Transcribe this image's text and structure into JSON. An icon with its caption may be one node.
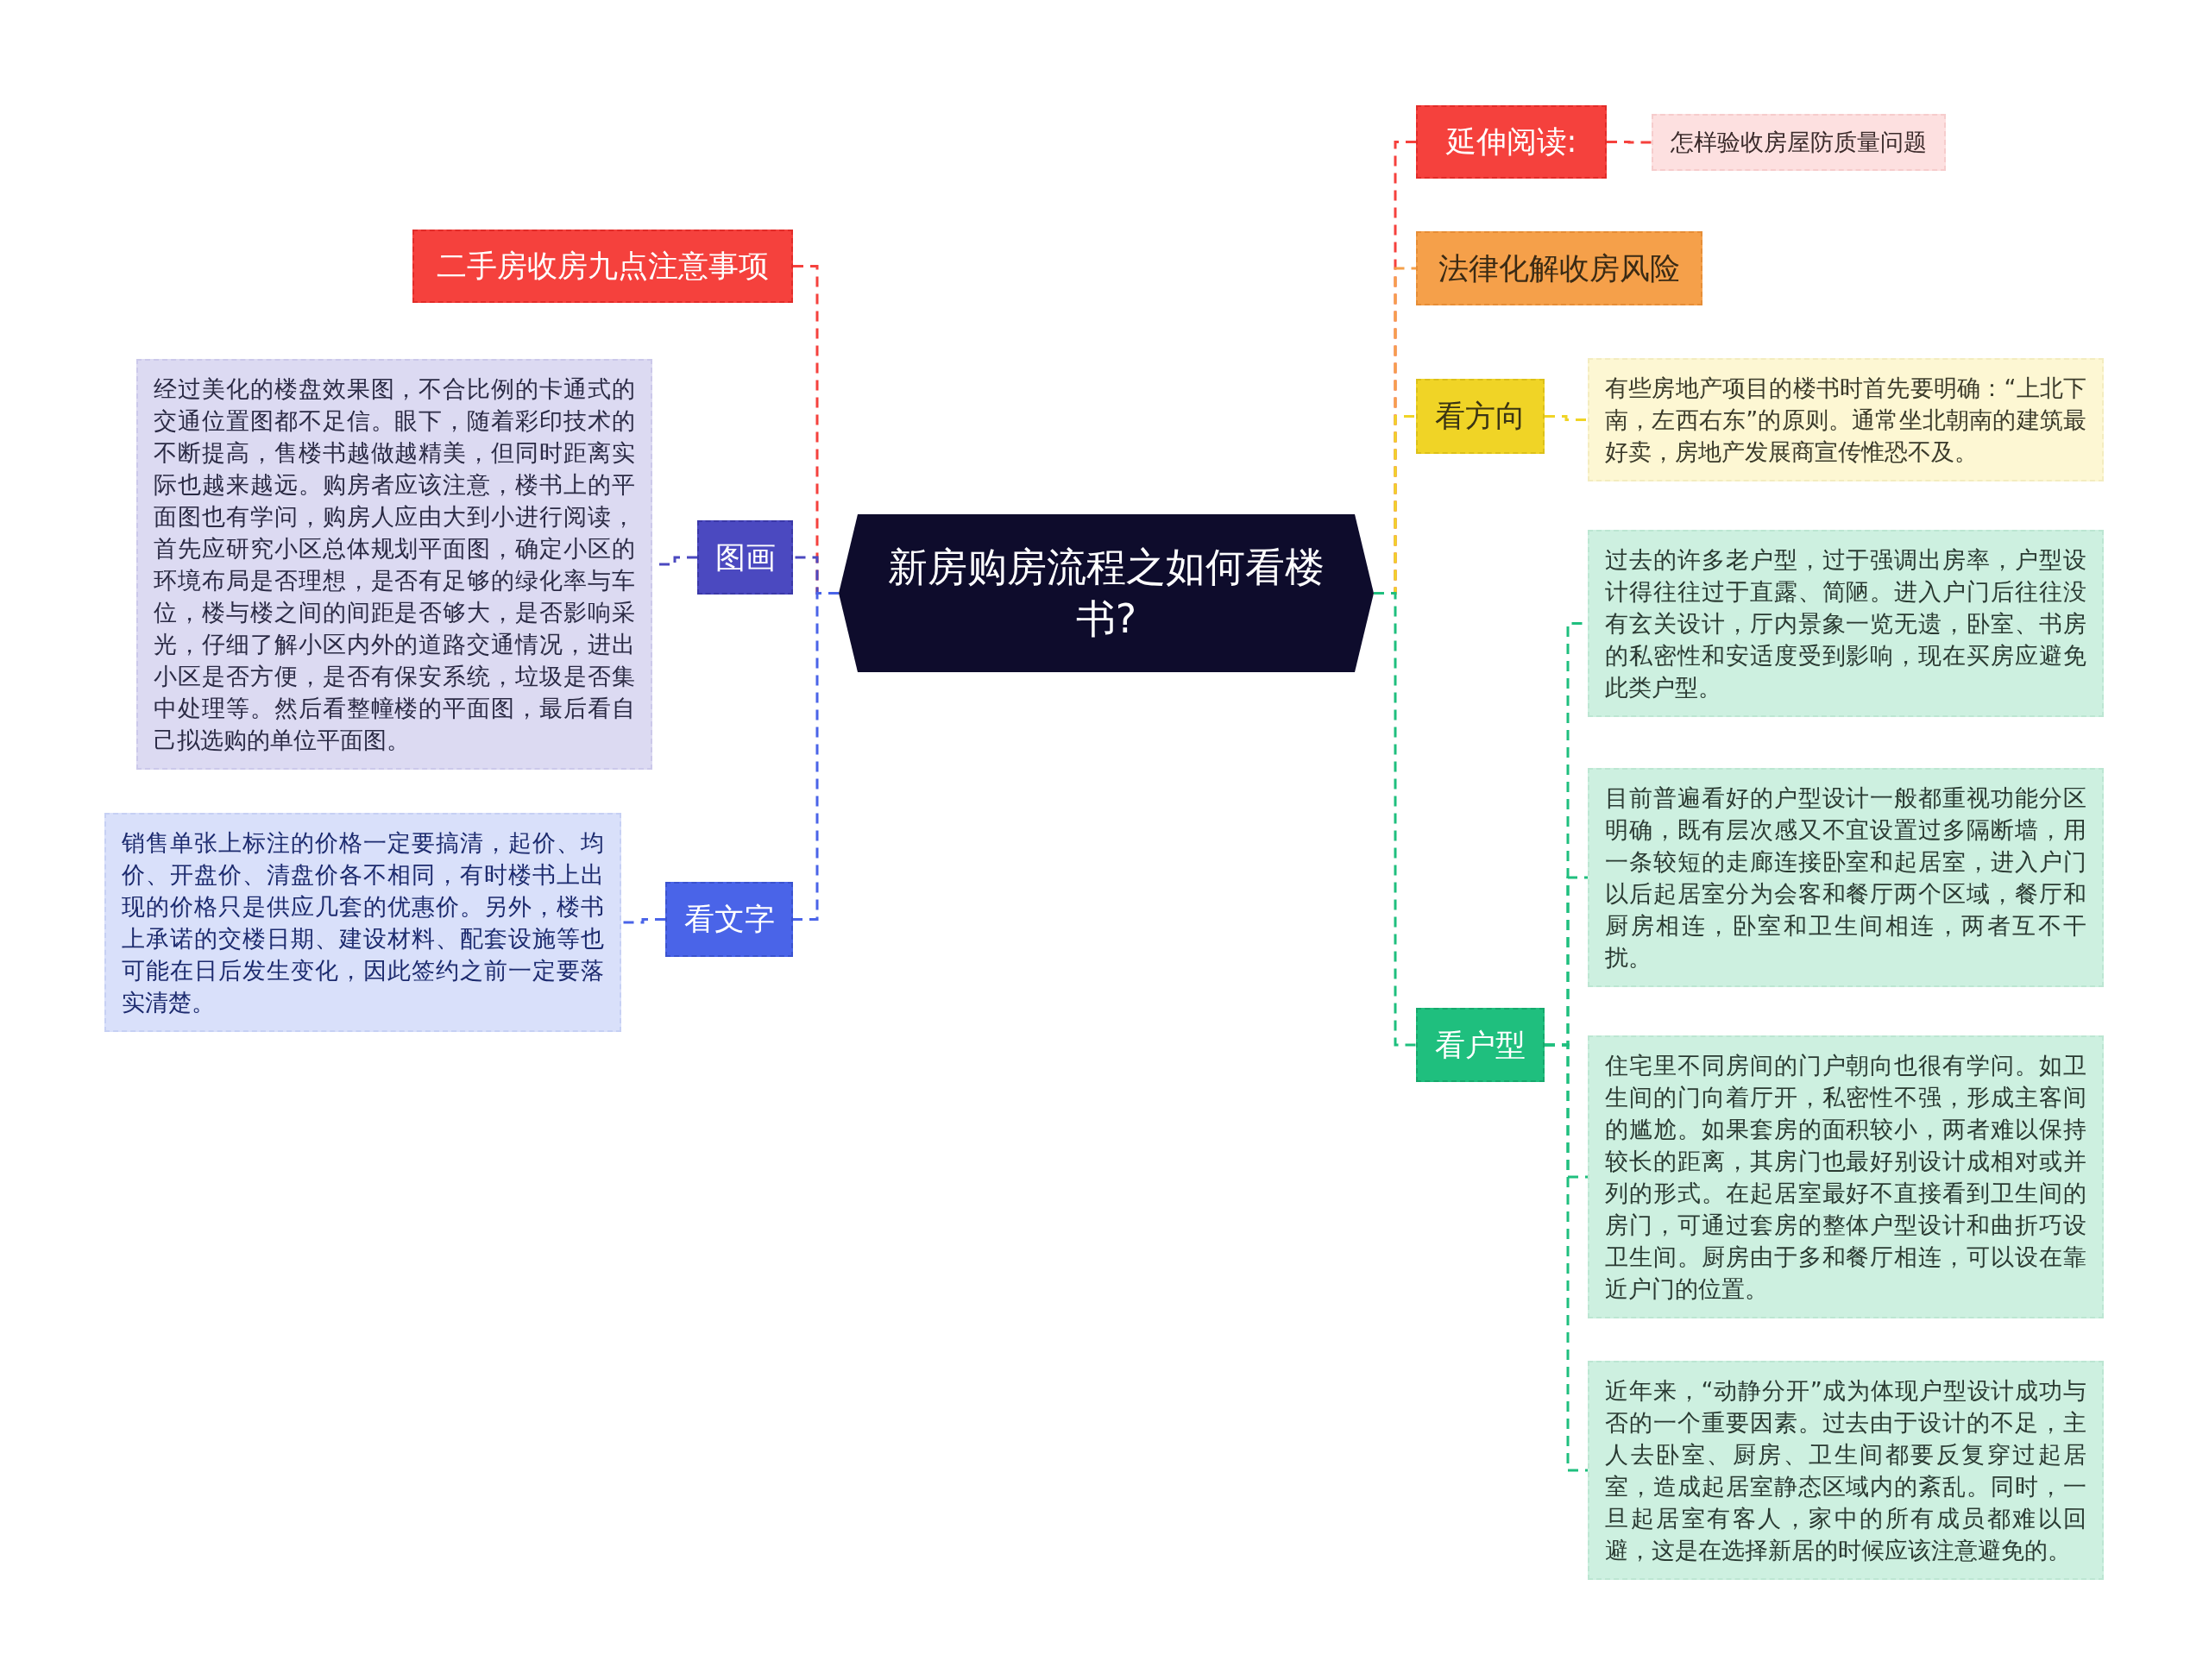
{
  "diagram": {
    "nodes": [
      {
        "text": [
          "新房购房流程之如何看楼书?"
        ]
      },
      {
        "text": [
          "二手房收房九点注意事项"
        ]
      },
      {
        "text": [
          "图画"
        ]
      },
      {
        "text": [
          "经过美化的楼盘效果图，不合比例的卡通式的交通位置图都不足信。眼下，随着彩印技术的不断提高，售楼书越做越精美，但同时距离实际也越来越远。购房者应该注意，楼书上的平面图也有学问，购房人应由大到小进行阅读，首先应研究小区总体规划平面图，确定小区的环境布局是否理想，是否有足够的绿化率与车位，楼与楼之间的间距是否够大，是否影响采光，仔细了解小区内外的道路交通情况，进出小区是否方便，是否有保安系统，垃圾是否集中处理等。然后看整幢楼的平面图，最后看自己拟选购的单位平面图。"
        ]
      },
      {
        "text": [
          "看文字"
        ]
      },
      {
        "text": [
          "销售单张上标注的价格一定要搞清，起价、均价、开盘价、清盘价各不相同，有时楼书上出现的价格只是供应几套的优惠价。另外，楼书上承诺的交楼日期、建设材料、配套设施等也可能在日后发生变化，因此签约之前一定要落实清楚。"
        ]
      },
      {
        "text": [
          "延伸阅读:"
        ]
      },
      {
        "text": [
          "怎样验收房屋防质量问题"
        ]
      },
      {
        "text": [
          "法律化解收房风险"
        ]
      },
      {
        "text": [
          "看方向"
        ]
      },
      {
        "text": [
          "有些房地产项目的楼书时首先要明确：“上北下南，左西右东”的原则。通常坐北朝南的建筑最好卖，房地产发展商宣传惟恐不及。"
        ]
      },
      {
        "text": [
          "看户型"
        ]
      },
      {
        "text": [
          "过去的许多老户型，过于强调出房率，户型设计得往往过于直露、简陋。进入户门后往往没有玄关设计，厅内景象一览无遗，卧室、书房的私密性和安适度受到影响，现在买房应避免此类户型。"
        ]
      },
      {
        "text": [
          "目前普遍看好的户型设计一般都重视功能分区明确，既有层次感又不宜设置过多隔断墙，用一条较短的走廊连接卧室和起居室，进入户门以后起居室分为会客和餐厅两个区域，餐厅和厨房相连，卧室和卫生间相连，两者互不干扰。"
        ]
      },
      {
        "text": [
          "住宅里不同房间的门户朝向也很有学问。如卫生间的门向着厅开，私密性不强，形成主客间的尴尬。如果套房的面积较小，两者难以保持较长的距离，其房门也最好别设计成相对或并列的形式。在起居室最好不直接看到卫生间的房门，可通过套房的整体户型设计和曲折巧设卫生间。厨房由于多和餐厅相连，可以设在靠近户门的位置。"
        ]
      },
      {
        "text": [
          "近年来，“动静分开”成为体现户型设计成功与否的一个重要因素。过去由于设计的不足，主人去卧室、厨房、卫生间都要反复穿过起居室，造成起居室静态区域内的紊乱。同时，一旦起居室有客人，家中的所有成员都难以回避，这是在选择新居的时候应该注意避免的。"
        ]
      }
    ],
    "edges": [
      {
        "from": 0,
        "to": 1,
        "arrow": "none",
        "style": "dashed",
        "color": "#f5413d"
      },
      {
        "from": 0,
        "to": 2,
        "arrow": "none",
        "style": "dashed",
        "color": "#4b49c0"
      },
      {
        "from": 0,
        "to": 4,
        "arrow": "none",
        "style": "dashed",
        "color": "#4a64e8"
      },
      {
        "from": 2,
        "to": 3,
        "arrow": "none",
        "style": "dashed",
        "color": "#4b49c0"
      },
      {
        "from": 4,
        "to": 5,
        "arrow": "none",
        "style": "dashed",
        "color": "#4a64e8"
      },
      {
        "from": 0,
        "to": 6,
        "arrow": "none",
        "style": "dashed",
        "color": "#f5413d"
      },
      {
        "from": 6,
        "to": 7,
        "arrow": "none",
        "style": "dashed",
        "color": "#f5413d"
      },
      {
        "from": 0,
        "to": 8,
        "arrow": "none",
        "style": "dashed",
        "color": "#f5a04a"
      },
      {
        "from": 0,
        "to": 9,
        "arrow": "none",
        "style": "dashed",
        "color": "#f0d426"
      },
      {
        "from": 9,
        "to": 10,
        "arrow": "none",
        "style": "dashed",
        "color": "#f0d426"
      },
      {
        "from": 0,
        "to": 11,
        "arrow": "none",
        "style": "dashed",
        "color": "#1fbf7e"
      },
      {
        "from": 11,
        "to": 12,
        "arrow": "none",
        "style": "dashed",
        "color": "#1fbf7e"
      },
      {
        "from": 11,
        "to": 13,
        "arrow": "none",
        "style": "dashed",
        "color": "#1fbf7e"
      },
      {
        "from": 11,
        "to": 14,
        "arrow": "none",
        "style": "dashed",
        "color": "#1fbf7e"
      },
      {
        "from": 11,
        "to": 15,
        "arrow": "none",
        "style": "dashed",
        "color": "#1fbf7e"
      }
    ]
  }
}
